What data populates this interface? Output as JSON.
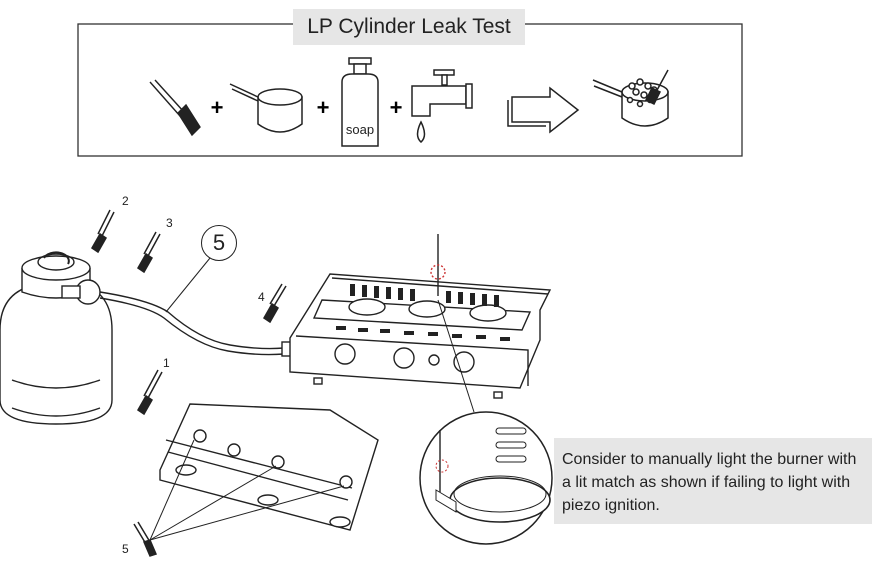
{
  "title": "LP Cylinder Leak Test",
  "steps": {
    "plus_sign": "+",
    "soap_label": "soap"
  },
  "callouts": {
    "c1": "1",
    "c2": "2",
    "c3": "3",
    "c4": "4",
    "c5_bottom": "5",
    "c5_circle": "5"
  },
  "note": "Consider to manually light the burner with a lit match as shown if failing to light with piezo ignition."
}
